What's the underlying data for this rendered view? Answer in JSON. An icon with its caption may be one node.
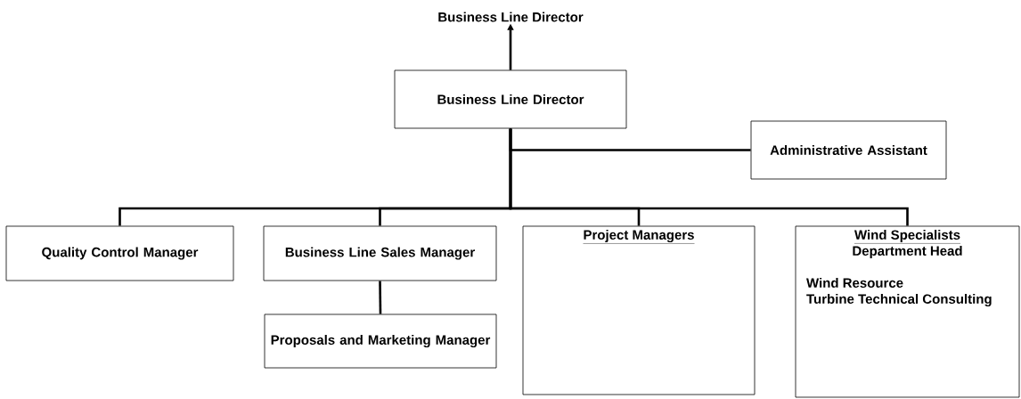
{
  "diagram": {
    "nodes": [
      {
        "text": [
          "Business Line Director"
        ]
      },
      {
        "text": [
          "Business Line Director"
        ]
      },
      {
        "text": [
          "Administrative Assistant"
        ]
      },
      {
        "text": [
          "Quality Control Manager"
        ]
      },
      {
        "text": [
          "Business Line Sales Manager"
        ]
      },
      {
        "text": [
          "Proposals and Marketing Manager"
        ]
      },
      {
        "text": [
          "Project Managers"
        ]
      },
      {
        "text": [
          "Wind Specialists",
          "Department Head",
          "Wind Resource",
          "Turbine Technical Consulting"
        ]
      }
    ],
    "edges": [
      {
        "from": 1,
        "to": 0,
        "arrow": "to"
      },
      {
        "from": 1,
        "to": 2,
        "arrow": "none"
      },
      {
        "from": 1,
        "to": 3,
        "arrow": "none"
      },
      {
        "from": 1,
        "to": 4,
        "arrow": "none"
      },
      {
        "from": 1,
        "to": 6,
        "arrow": "none"
      },
      {
        "from": 1,
        "to": 7,
        "arrow": "none"
      },
      {
        "from": 4,
        "to": 5,
        "arrow": "none"
      }
    ]
  }
}
